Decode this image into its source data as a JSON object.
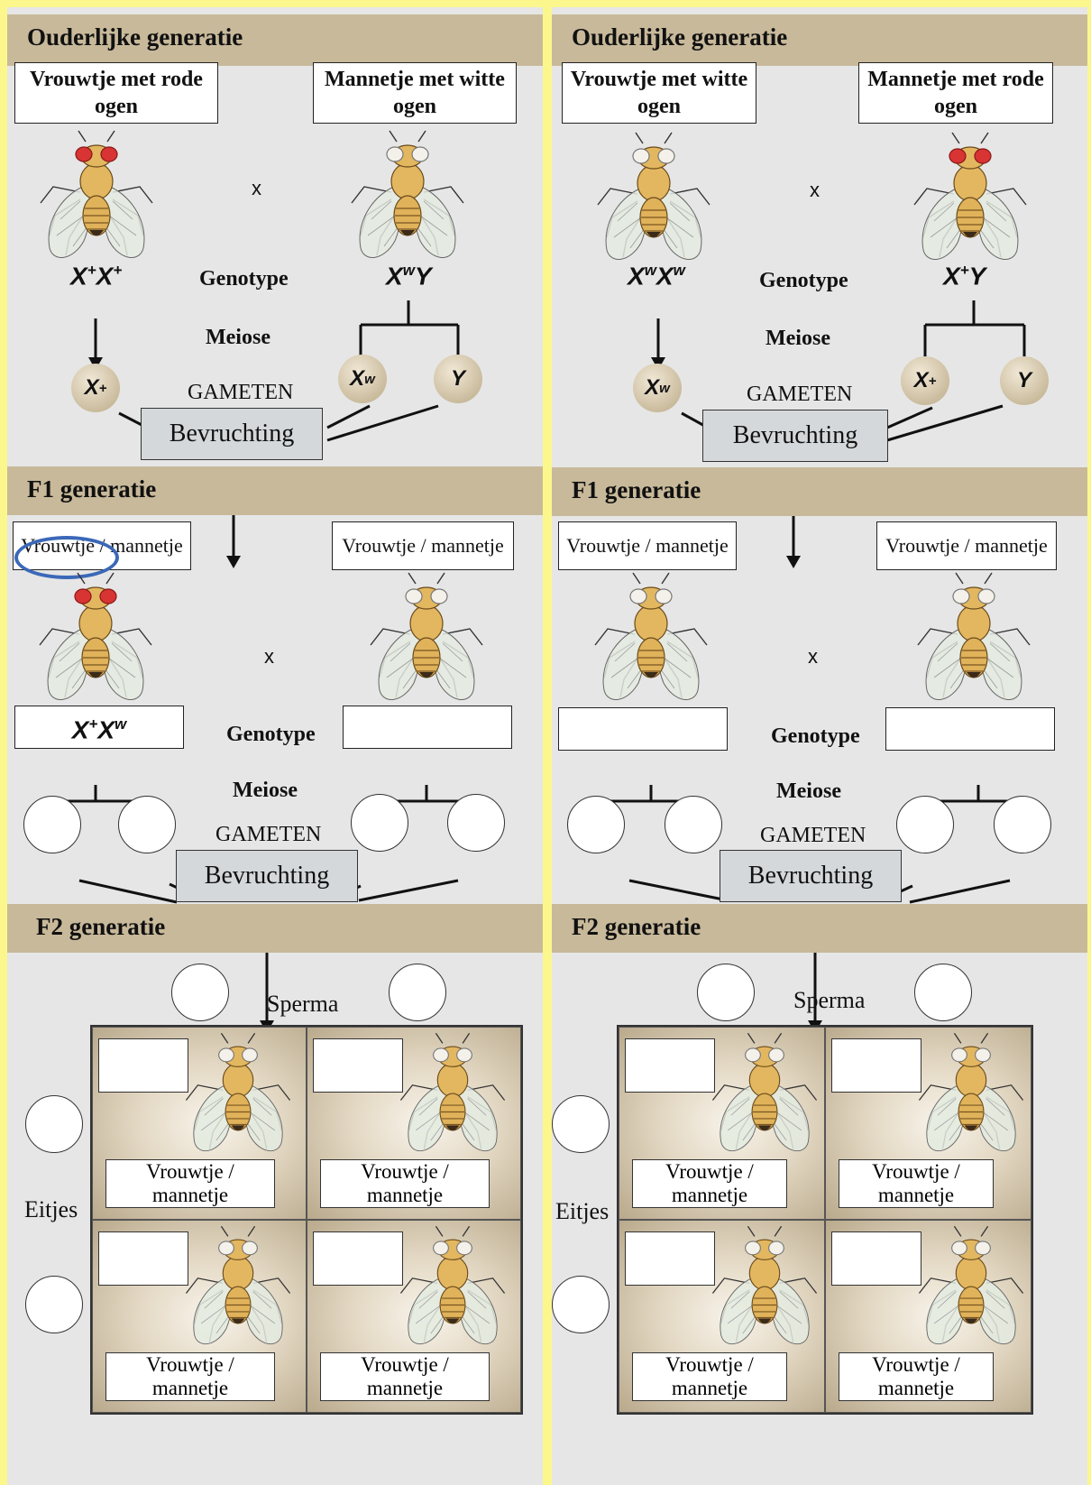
{
  "left": {
    "parental_header": "Ouderlijke generatie",
    "female_label": "Vrouwtje met rode ogen",
    "male_label": "Mannetje met witte ogen",
    "female_eye": "red",
    "male_eye": "white",
    "female_genotype": [
      "X",
      "+",
      "X",
      "+"
    ],
    "male_genotype": [
      "X",
      "w",
      "Y",
      ""
    ],
    "female_gamete": [
      "X",
      "+"
    ],
    "male_gamete1": [
      "X",
      "w"
    ],
    "male_gamete2": [
      "Y",
      ""
    ],
    "f1_header": "F1 generatie",
    "f1_female_sex": "Vrouwtje / mannetje",
    "f1_male_sex": "Vrouwtje / mannetje",
    "f1_female_eye": "red",
    "f1_male_eye": "white",
    "f1_female_genotype": [
      "X",
      "+",
      "X",
      "w"
    ],
    "f2_header": "F2 generatie",
    "cell_sex": [
      "Vrouwtje / mannetje",
      "Vrouwtje / mannetje",
      "Vrouwtje / mannetje",
      "Vrouwtje / mannetje"
    ]
  },
  "right": {
    "parental_header": "Ouderlijke generatie",
    "female_label": "Vrouwtje met witte ogen",
    "male_label": "Mannetje met rode ogen",
    "female_eye": "white",
    "male_eye": "red",
    "female_genotype": [
      "X",
      "w",
      "X",
      "w"
    ],
    "male_genotype": [
      "X",
      "+",
      "Y",
      ""
    ],
    "female_gamete": [
      "X",
      "w"
    ],
    "male_gamete1": [
      "X",
      "+"
    ],
    "male_gamete2": [
      "Y",
      ""
    ],
    "f1_header": "F1 generatie",
    "f1_female_sex": "Vrouwtje / mannetje",
    "f1_male_sex": "Vrouwtje / mannetje",
    "f1_female_eye": "white",
    "f1_male_eye": "white",
    "f2_header": "F2 generatie",
    "cell_sex": [
      "Vrouwtje / mannetje",
      "Vrouwtje / mannetje",
      "Vrouwtje / mannetje",
      "Vrouwtje / mannetje"
    ]
  },
  "common": {
    "cross_symbol": "x",
    "genotype_label": "Genotype",
    "meiosis_label": "Meiose",
    "gametes_label": "GAMETEN",
    "fertilization_label": "Bevruchting",
    "sperm_label": "Sperma",
    "eggs_label": "Eitjes"
  },
  "colors": {
    "background": "#fbf78c",
    "panel": "#e6e6e6",
    "header_band": "#c8b99a",
    "highlight_oval": "#3b68b8",
    "red_eye": "#d83434"
  }
}
